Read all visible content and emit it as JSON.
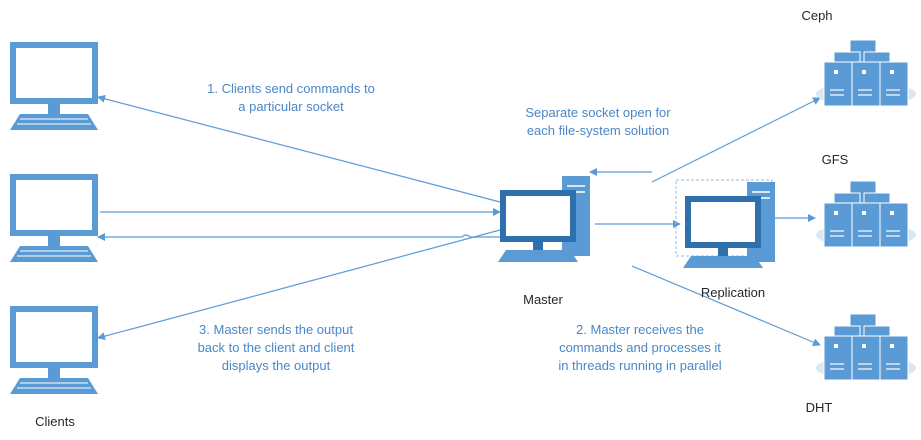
{
  "colors": {
    "accent": "#5b9bd5",
    "accent_dark": "#2e6fae",
    "label_blue": "#4a86c8",
    "label_dark": "#262626",
    "server_base": "#dbe7f3"
  },
  "labels": {
    "clients_send": "1. Clients send commands to\na particular socket",
    "separate_socket": "Separate socket open for\neach file-system solution",
    "master_sends": "3. Master sends the output\nback to the client and client\ndisplays the output",
    "master_receives": "2. Master receives the\ncommands and processes it\nin threads running in parallel",
    "clients": "Clients",
    "master": "Master",
    "replication": "Replication",
    "ceph": "Ceph",
    "gfs": "GFS",
    "dht": "DHT"
  },
  "icons": {
    "client": "laptop-icon",
    "master": "desktop-computer-icon",
    "replication": "desktop-computer-icon",
    "storage": "server-cluster-icon"
  }
}
